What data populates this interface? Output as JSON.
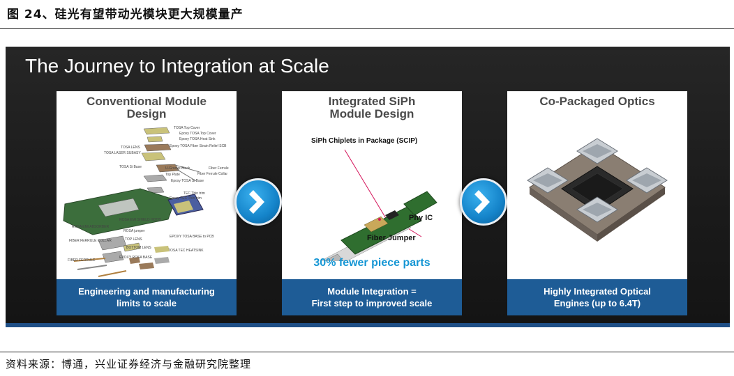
{
  "figure": {
    "title": "图 24、硅光有望带动光模块更大规模量产",
    "source": "资料来源：博通，兴业证券经济与金融研究院整理"
  },
  "slide": {
    "title": "The Journey to Integration at Scale",
    "cards": [
      {
        "heading_line1": "Conventional Module",
        "heading_line2": "Design",
        "footer_line1": "Engineering and manufacturing",
        "footer_line2": "limits to scale",
        "part_labels": [
          "TOSA Top Cover",
          "Epoxy TOSA Top Cover",
          "Epoxy TOSA Heat Sink",
          "TOSA LENS",
          "Epoxy TOSA Fiber Strain Relief SCB",
          "TOSA LASER SUBASY",
          "TOSA Si Base",
          "Fiber Ferrule",
          "Fiber Ferrule Collar",
          "U-Groove Block",
          "Top Plate",
          "Epoxy TOSA Si Base",
          "TEC Thin trim",
          "Epoxy TEC Thin trim",
          "ROSA EMI ABSORBER",
          "ROSA EMI SHIELD HOOD",
          "ROSA jumper",
          "FIBER FERRULE COLLAR",
          "TOP LENS",
          "EPOXY TOSA BASE to PCB",
          "BOTTOM LENS",
          "TOSA TEC HEATSINK",
          "FIBER FERRULE",
          "EPOXY ROSA BASE"
        ]
      },
      {
        "heading_line1": "Integrated SiPh",
        "heading_line2": "Module Design",
        "label_scip": "SiPh Chiplets in Package (SCIP)",
        "label_phy": "Phy IC",
        "label_fiber": "Fiber Jumper",
        "callout": "30% fewer piece parts",
        "footer_line1": "Module Integration =",
        "footer_line2": "First step to improved scale"
      },
      {
        "heading_line1": "Co-Packaged Optics",
        "footer_line1": "Highly Integrated Optical",
        "footer_line2": "Engines (up to 6.4T)"
      }
    ]
  },
  "colors": {
    "accent_blue": "#1e5c96",
    "arrow_blue": "#1483c9",
    "callout_blue": "#1596d4"
  }
}
